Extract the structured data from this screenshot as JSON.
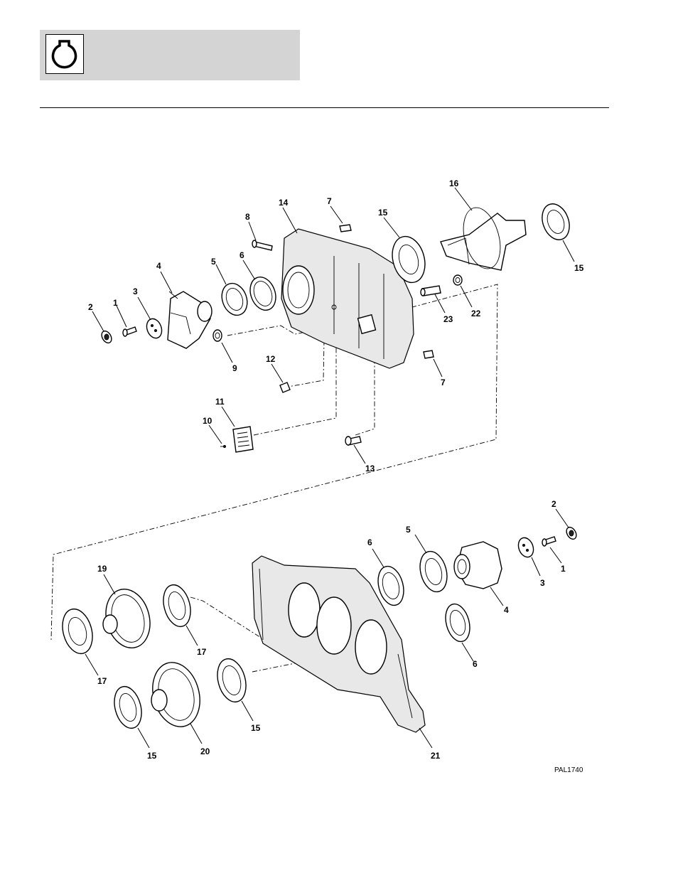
{
  "header": {
    "icon": "transmission-icon"
  },
  "figure": {
    "reference": "PAL1740"
  },
  "callouts": {
    "c1a": "1",
    "c2a": "2",
    "c3a": "3",
    "c4a": "4",
    "c5a": "5",
    "c6a": "6",
    "c7a": "7",
    "c8": "8",
    "c9": "9",
    "c10": "10",
    "c11": "11",
    "c12": "12",
    "c13": "13",
    "c14": "14",
    "c15a": "15",
    "c16": "16",
    "c15b": "15",
    "c23": "23",
    "c22": "22",
    "c7b": "7",
    "c2b": "2",
    "c1b": "1",
    "c3b": "3",
    "c4b": "4",
    "c5b": "5",
    "c6b": "6",
    "c6c": "6",
    "c19": "19",
    "c17a": "17",
    "c17b": "17",
    "c15c": "15",
    "c15d": "15",
    "c20": "20",
    "c21": "21"
  }
}
